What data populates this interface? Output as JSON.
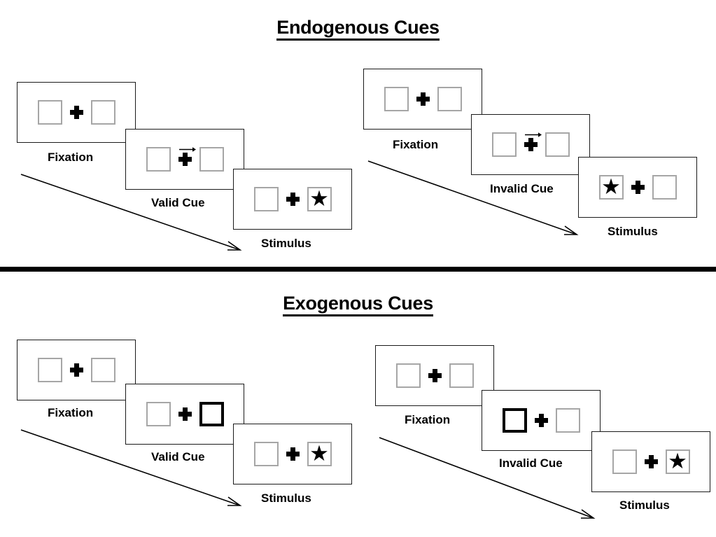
{
  "figure": {
    "title_top": "Endogenous Cues",
    "title_bottom": "Exogenous Cues"
  },
  "sections": [
    {
      "id": "endogenous",
      "title": "Endogenous Cues",
      "conditions": [
        {
          "id": "endogenous-valid",
          "frames": [
            {
              "caption": "Fixation",
              "left_box": "empty",
              "right_box": "empty",
              "cue": "none",
              "arrow": "none"
            },
            {
              "caption": "Valid Cue",
              "left_box": "empty",
              "right_box": "empty",
              "cue": "central-arrow",
              "arrow": "right"
            },
            {
              "caption": "Stimulus",
              "left_box": "empty",
              "right_box": "star",
              "cue": "none",
              "arrow": "none"
            }
          ]
        },
        {
          "id": "endogenous-invalid",
          "frames": [
            {
              "caption": "Fixation",
              "left_box": "empty",
              "right_box": "empty",
              "cue": "none",
              "arrow": "none"
            },
            {
              "caption": "Invalid Cue",
              "left_box": "empty",
              "right_box": "empty",
              "cue": "central-arrow",
              "arrow": "right"
            },
            {
              "caption": "Stimulus",
              "left_box": "star",
              "right_box": "empty",
              "cue": "none",
              "arrow": "none"
            }
          ]
        }
      ]
    },
    {
      "id": "exogenous",
      "title": "Exogenous Cues",
      "conditions": [
        {
          "id": "exogenous-valid",
          "frames": [
            {
              "caption": "Fixation",
              "left_box": "empty",
              "right_box": "empty",
              "cue": "none",
              "arrow": "none"
            },
            {
              "caption": "Valid Cue",
              "left_box": "empty",
              "right_box": "highlighted",
              "cue": "peripheral-right",
              "arrow": "none"
            },
            {
              "caption": "Stimulus",
              "left_box": "empty",
              "right_box": "star",
              "cue": "none",
              "arrow": "none"
            }
          ]
        },
        {
          "id": "exogenous-invalid",
          "frames": [
            {
              "caption": "Fixation",
              "left_box": "empty",
              "right_box": "empty",
              "cue": "none",
              "arrow": "none"
            },
            {
              "caption": "Invalid Cue",
              "left_box": "highlighted",
              "right_box": "empty",
              "cue": "peripheral-left",
              "arrow": "none"
            },
            {
              "caption": "Stimulus",
              "left_box": "empty",
              "right_box": "star",
              "cue": "none",
              "arrow": "none"
            }
          ]
        }
      ]
    }
  ],
  "glyphs": {
    "star": "★",
    "fixation_cross": "plus-sign",
    "time_arrow": "diagonal-arrow-down-right"
  },
  "colors": {
    "ink": "#000000",
    "panel_border": "#1a1a1a",
    "box_border": "#a6a6a6",
    "cued_box_border": "#000000",
    "background": "#ffffff"
  }
}
